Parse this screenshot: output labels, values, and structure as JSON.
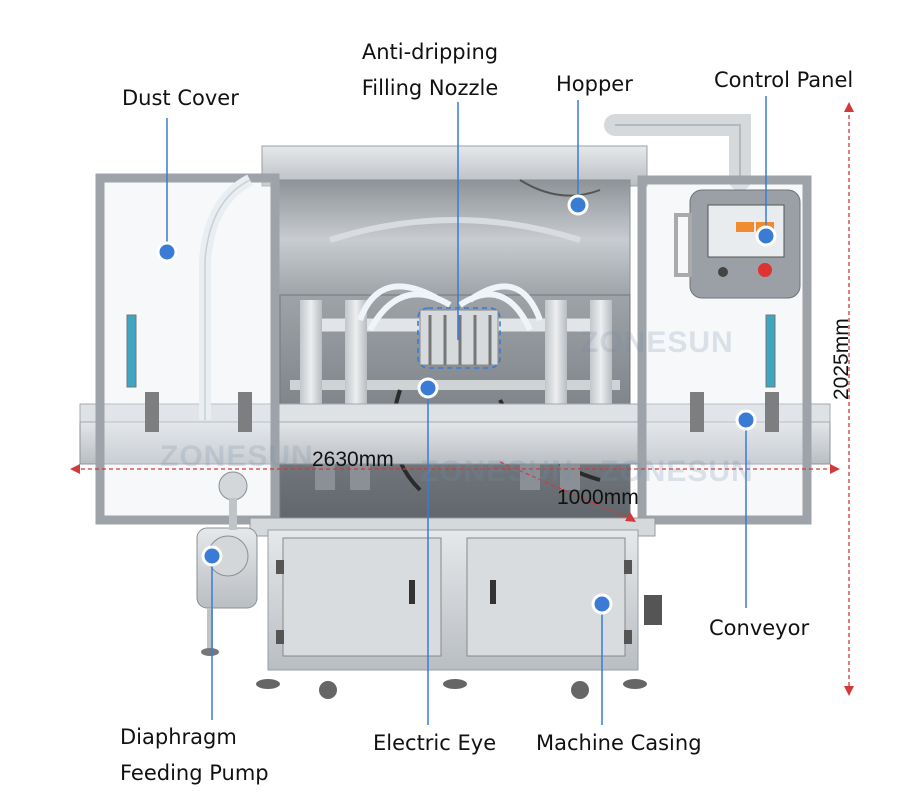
{
  "labels": {
    "dust_cover": "Dust Cover",
    "nozzle_line1": "Anti-dripping",
    "nozzle_line2": "Filling Nozzle",
    "hopper": "Hopper",
    "control_panel": "Control Panel",
    "conveyor": "Conveyor",
    "pump_line1": "Diaphragm",
    "pump_line2": "Feeding Pump",
    "electric_eye": "Electric Eye",
    "machine_casing": "Machine Casing"
  },
  "dimensions": {
    "width": "2630mm",
    "depth": "1000mm",
    "height": "2025mm"
  },
  "watermark": "ZONESUN",
  "colors": {
    "callout": "#3a7bd5",
    "dimension": "#d03a3a",
    "steel": "#c9cdd1"
  }
}
